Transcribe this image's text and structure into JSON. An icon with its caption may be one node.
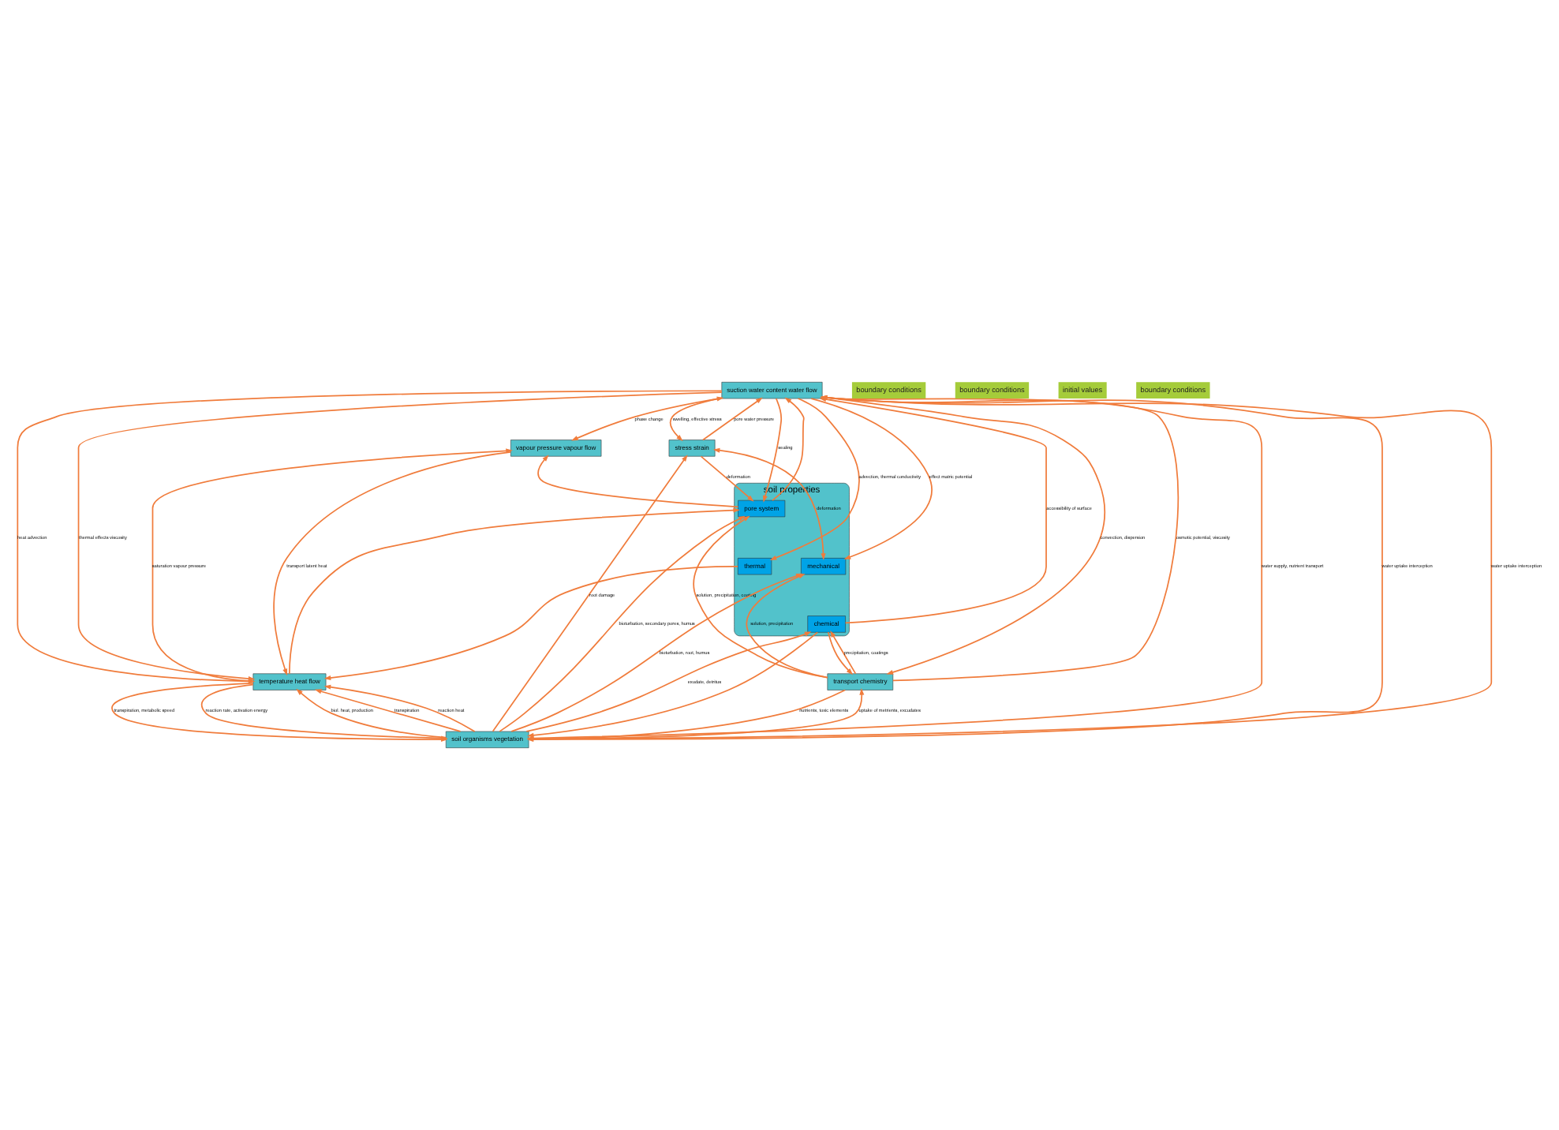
{
  "diagram": {
    "nodes": [
      {
        "text": [
          "suction water content water flow"
        ]
      },
      {
        "text": [
          "vapour pressure vapour flow"
        ]
      },
      {
        "text": [
          "stress strain"
        ]
      },
      {
        "text": [
          "soil properties"
        ]
      },
      {
        "text": [
          "pore system"
        ],
        "in": 3
      },
      {
        "text": [
          "thermal"
        ],
        "in": 3
      },
      {
        "text": [
          "mechanical"
        ],
        "in": 3
      },
      {
        "text": [
          "chemical"
        ],
        "in": 3
      },
      {
        "text": [
          "temperature heat flow"
        ]
      },
      {
        "text": [
          "transport chemistry"
        ]
      },
      {
        "text": [
          "soil organisms vegetation"
        ]
      }
    ],
    "edges": [
      {
        "from": 0,
        "to": 8,
        "arrow": "to",
        "label": "heat advection"
      },
      {
        "from": 0,
        "to": 8,
        "arrow": "to",
        "label": "thermal effects viscosity"
      },
      {
        "from": 0,
        "to": 1,
        "arrow": "both",
        "label": "phase change"
      },
      {
        "from": 0,
        "to": 4,
        "arrow": "to",
        "label": "sealing"
      },
      {
        "from": 4,
        "to": 0,
        "arrow": "to"
      },
      {
        "from": 0,
        "to": 5,
        "arrow": "to",
        "label": "advection, thermal conductivity"
      },
      {
        "from": 7,
        "to": 0,
        "arrow": "to",
        "label": "accessibility of surface"
      },
      {
        "from": 0,
        "to": 6,
        "arrow": "to",
        "label": "effect matric potential"
      },
      {
        "from": 2,
        "to": 0,
        "arrow": "to",
        "label": "pore water pressure"
      },
      {
        "from": 0,
        "to": 2,
        "arrow": "to",
        "label": "swelling, effective stress"
      },
      {
        "from": 10,
        "to": 0,
        "arrow": "to",
        "label": "water uptake interception"
      },
      {
        "from": 9,
        "to": 0,
        "arrow": "to",
        "label": "osmotic potential, viscosity"
      },
      {
        "from": 0,
        "to": 9,
        "arrow": "to",
        "label": "convection, dispersion"
      },
      {
        "from": 4,
        "to": 1,
        "arrow": "to"
      },
      {
        "from": 1,
        "to": 8,
        "arrow": "to",
        "label": "transport latent heat"
      },
      {
        "from": 8,
        "to": 1,
        "arrow": "to",
        "label": "saturation vapour pressure"
      },
      {
        "from": 2,
        "to": 4,
        "arrow": "to",
        "label": "deformation"
      },
      {
        "from": 2,
        "to": 6,
        "arrow": "both",
        "label": "deformation"
      },
      {
        "from": 9,
        "to": 4,
        "arrow": "to",
        "label": "solution, precipitation, coating"
      },
      {
        "from": 9,
        "to": 6,
        "arrow": "to",
        "label": "solution, precipitation"
      },
      {
        "from": 9,
        "to": 7,
        "arrow": "to",
        "label": "precipitation, coatings"
      },
      {
        "from": 7,
        "to": 9,
        "arrow": "to"
      },
      {
        "from": 8,
        "to": 4,
        "arrow": "to"
      },
      {
        "from": 5,
        "to": 8,
        "arrow": "to"
      },
      {
        "from": 10,
        "to": 4,
        "arrow": "to",
        "label": "bioturbation, secondary pores, humus"
      },
      {
        "from": 10,
        "to": 7,
        "arrow": "to",
        "label": "exudate, detritus"
      },
      {
        "from": 7,
        "to": 10,
        "arrow": "to"
      },
      {
        "from": 10,
        "to": 6,
        "arrow": "to",
        "label": "bioturbation, root, humus"
      },
      {
        "from": 10,
        "to": 8,
        "arrow": "to",
        "label": "biol. heat, production"
      },
      {
        "from": 8,
        "to": 10,
        "arrow": "to",
        "label": "transpiration, metabolic speed"
      },
      {
        "from": 9,
        "to": 10,
        "arrow": "to",
        "label": "nutrients, toxic elements"
      },
      {
        "from": 10,
        "to": 9,
        "arrow": "to",
        "label": "uptake of metrients, excudates"
      },
      {
        "from": 10,
        "to": 2,
        "arrow": "to",
        "label": "root damage"
      },
      {
        "from": 10,
        "to": 0,
        "arrow": "to",
        "label": "water uptake interception"
      },
      {
        "from": 0,
        "to": 10,
        "arrow": "to",
        "label": "water supply, nutrient transport"
      },
      {
        "from": 10,
        "to": 8,
        "arrow": "to",
        "label": "transpiration"
      },
      {
        "from": 10,
        "to": 8,
        "arrow": "to",
        "label": "reaction heat"
      },
      {
        "from": 8,
        "to": 10,
        "arrow": "to",
        "label": "reaction rate, activation energy"
      }
    ],
    "labels": [
      "boundary conditions",
      "boundary conditions",
      "initial values",
      "boundary conditions"
    ]
  }
}
